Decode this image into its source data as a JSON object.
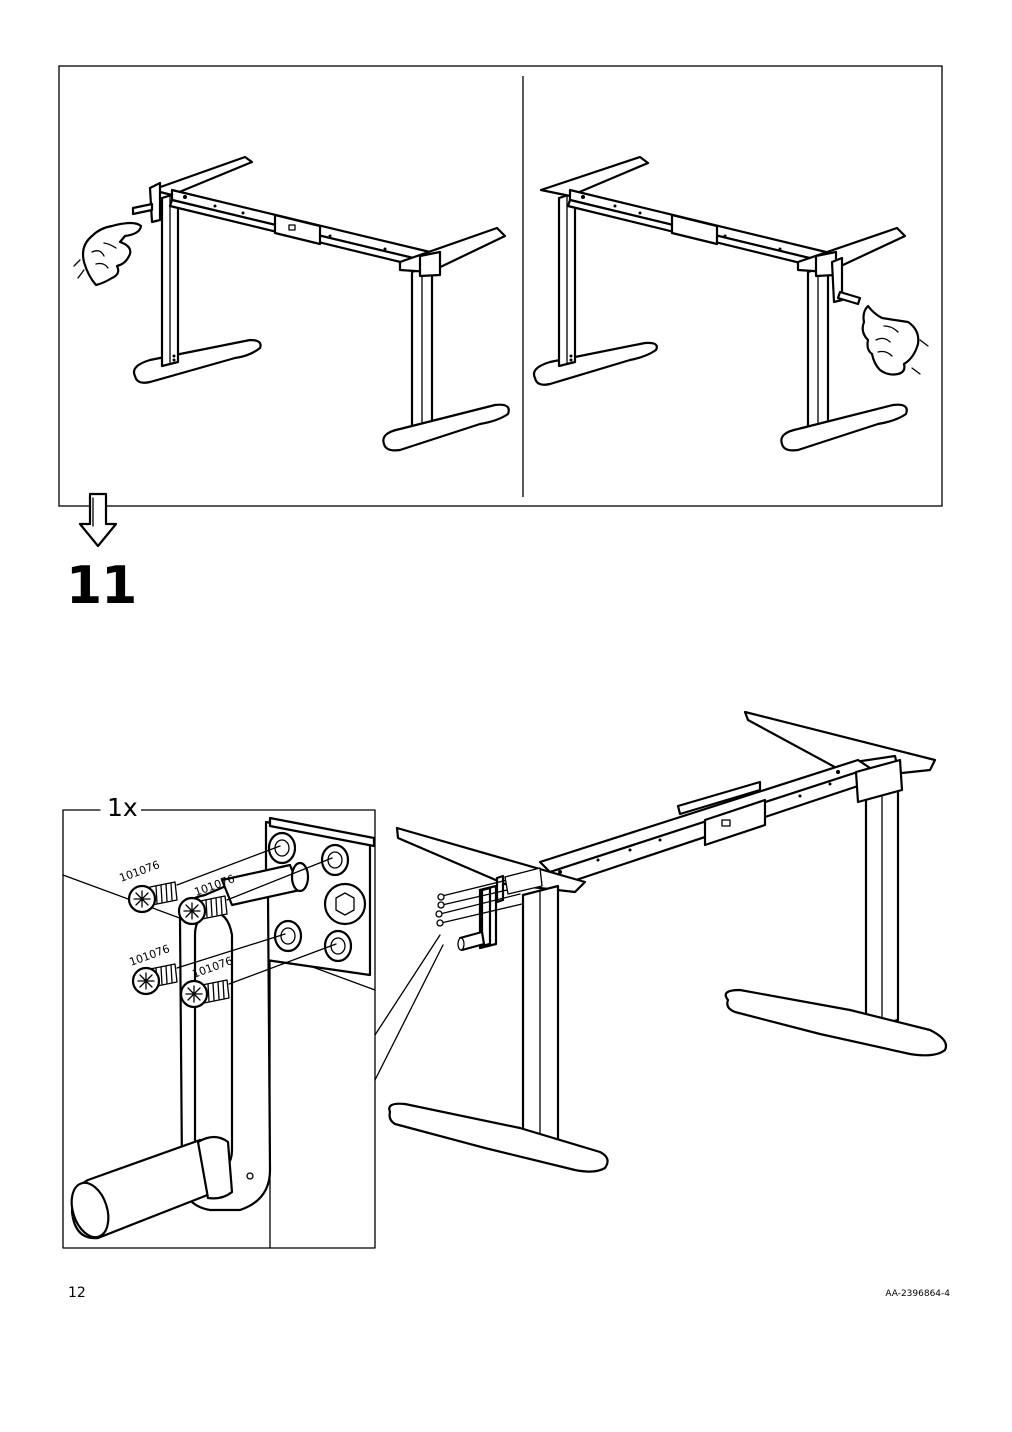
{
  "step": {
    "number": "11"
  },
  "callout": {
    "quantity": "1x"
  },
  "parts": [
    "101076",
    "101076",
    "101076",
    "101076"
  ],
  "footer": {
    "page_number": "12",
    "document_code": "AA-2396864-4"
  }
}
